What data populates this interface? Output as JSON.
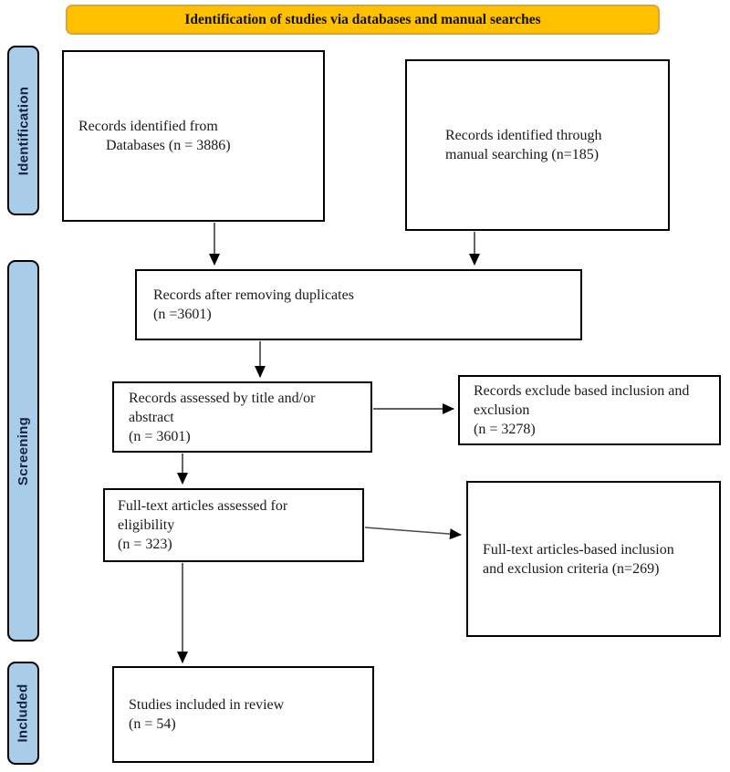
{
  "banner": {
    "label": "Identification of studies via databases and manual searches",
    "bg_color": "#FFC000",
    "border_color": "#DFA23B"
  },
  "stages": [
    {
      "label": "Identification"
    },
    {
      "label": "Screening"
    },
    {
      "label": "Included"
    }
  ],
  "stage_bg_color": "#A9CCE9",
  "boxes": {
    "records_db": {
      "lines": [
        "Records identified from",
        "Databases (n = 3886)"
      ]
    },
    "records_manual": {
      "lines": [
        "Records identified through",
        "manual searching (n=185)"
      ]
    },
    "duplicates": {
      "lines": [
        "Records after removing duplicates",
        "(n =3601)"
      ]
    },
    "assessed": {
      "lines": [
        "Records assessed by title and/or",
        "abstract",
        "(n = 3601)"
      ]
    },
    "excluded": {
      "lines": [
        "Records exclude based inclusion and",
        "exclusion",
        "(n = 3278)"
      ]
    },
    "fulltext": {
      "lines": [
        "Full-text articles assessed for",
        "eligibility",
        "(n = 323)"
      ]
    },
    "fulltext_excluded": {
      "lines": [
        "Full-text articles-based inclusion",
        "and exclusion criteria (n=269)"
      ]
    },
    "included": {
      "lines": [
        "Studies included in review",
        "(n = 54)"
      ]
    }
  }
}
